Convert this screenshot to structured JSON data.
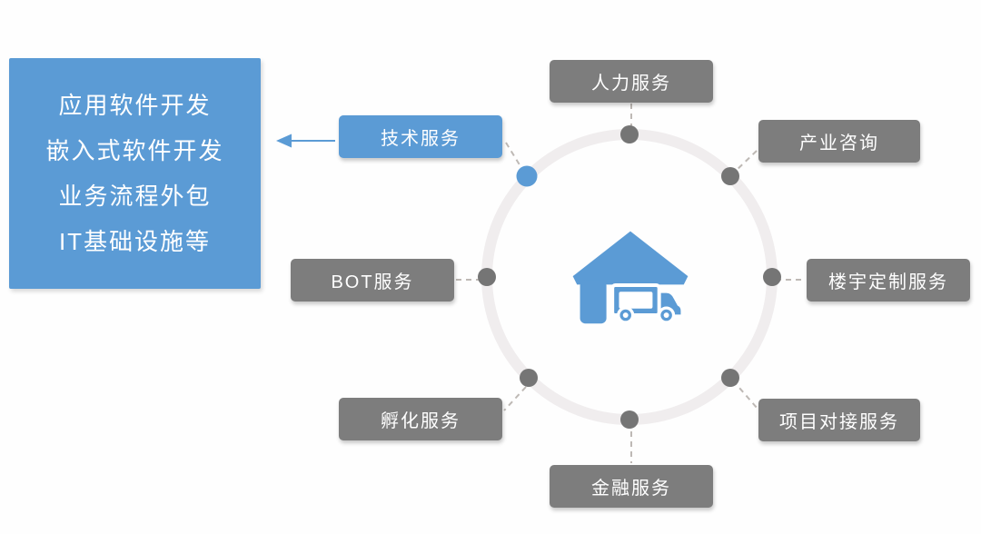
{
  "diagram": {
    "title": "",
    "center": {
      "icon": "house-truck-icon",
      "icon_color": "#5b9bd5"
    },
    "ring": {
      "color": "#f0edee",
      "node_color_default": "#757575",
      "node_color_highlight": "#5b9bd5",
      "node_count": 8
    },
    "services": [
      {
        "label": "人力服务",
        "highlighted": false,
        "position": "top"
      },
      {
        "label": "产业咨询",
        "highlighted": false,
        "position": "top-right"
      },
      {
        "label": "楼宇定制服务",
        "highlighted": false,
        "position": "right"
      },
      {
        "label": "项目对接服务",
        "highlighted": false,
        "position": "bottom-right"
      },
      {
        "label": "金融服务",
        "highlighted": false,
        "position": "bottom"
      },
      {
        "label": "孵化服务",
        "highlighted": false,
        "position": "bottom-left"
      },
      {
        "label": "BOT服务",
        "highlighted": false,
        "position": "left"
      },
      {
        "label": "技术服务",
        "highlighted": true,
        "position": "top-left"
      }
    ],
    "detail_panel": {
      "points_to": "技术服务",
      "lines": [
        "应用软件开发",
        "嵌入式软件开发",
        "业务流程外包",
        "IT基础设施等"
      ]
    },
    "colors": {
      "accent_blue": "#5b9bd5",
      "box_gray": "#7d7d7d",
      "ring_gray": "#f0edee",
      "connector_gray": "#beb9b5",
      "label_text": "#ffffff"
    }
  }
}
